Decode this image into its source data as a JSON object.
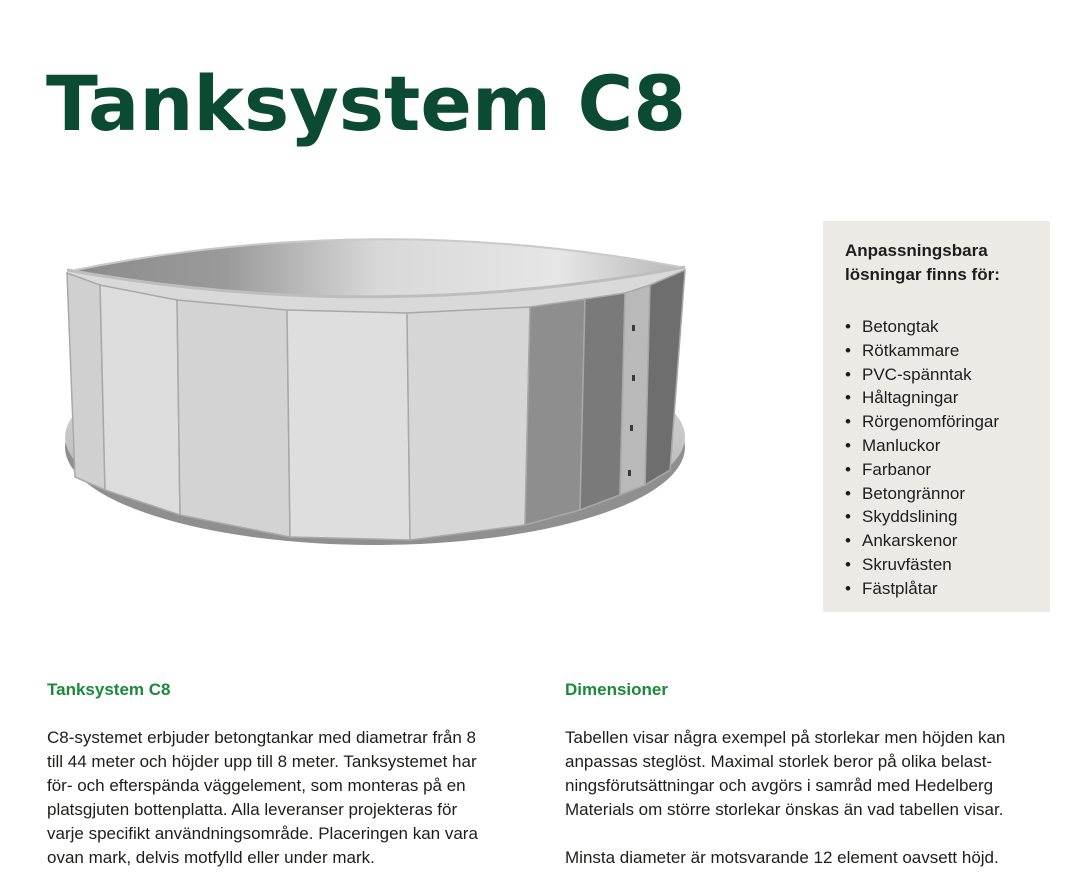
{
  "title": "Tanksystem C8",
  "options_box": {
    "heading": "Anpassningsbara\nlösningar finns för:",
    "items": [
      "Betongtak",
      "Rötkammare",
      "PVC-spänntak",
      "Håltagningar",
      "Rörgenomföringar",
      "Manluckor",
      "Farbanor",
      "Betongrännor",
      "Skyddslining",
      "Ankarskenor",
      "Skruvfästen",
      "Fästplåtar"
    ]
  },
  "left_column": {
    "heading": "Tanksystem C8",
    "body": "C8-systemet erbjuder betongtankar med diametrar från 8\ntill 44 meter och höjder upp till 8 meter. Tanksystemet har\nför- och efterspända väggelement, som monteras på en\nplatsgjuten bottenplatta. Alla leveranser projekteras för\nvarje specifikt användningsområde. Placeringen kan vara\novan mark, delvis motfylld eller under mark."
  },
  "right_column": {
    "heading": "Dimensioner",
    "body": "Tabellen visar några exempel på storlekar men höjden kan\nanpassas steglöst. Maximal storlek beror på olika belast-\nningsförutsättningar och avgörs i samråd med Hedelberg\nMaterials om större storlekar önskas än vad tabellen visar.",
    "body2": "Minsta diameter är motsvarande 12 element oavsett höjd."
  },
  "colors": {
    "title": "#0b4a33",
    "heading_green": "#1a8a3a",
    "box_background": "#ebeae5"
  }
}
